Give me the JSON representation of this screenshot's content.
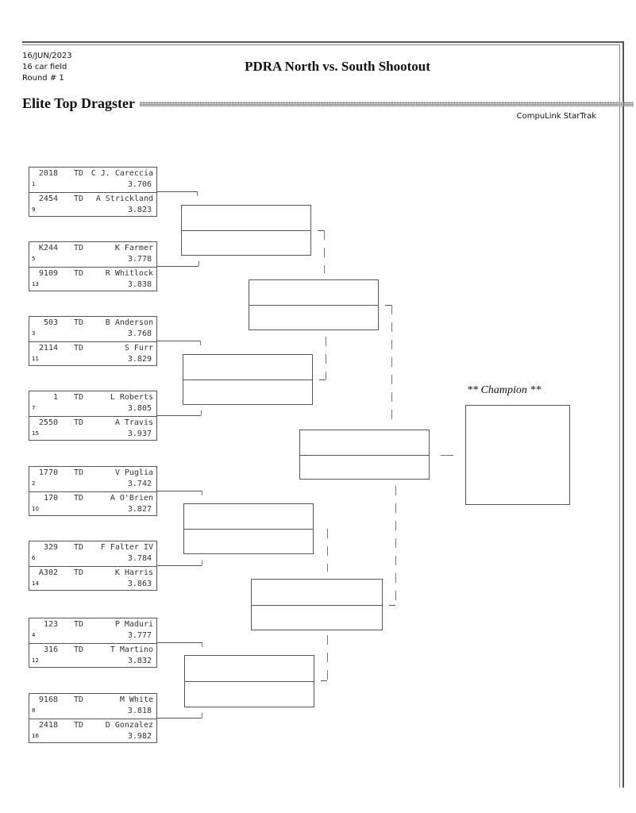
{
  "header": {
    "date": "16/JUN/2023",
    "field": "16 car field",
    "round": "Round # 1",
    "title": "PDRA North vs. South Shootout",
    "class_name": "Elite Top Dragster",
    "software": "CompuLink StarTrak"
  },
  "pairs": [
    {
      "top": {
        "num": "2018",
        "cls": "TD",
        "name": "C J. Careccia",
        "seed": "1",
        "et": "3.706"
      },
      "bottom": {
        "num": "2454",
        "cls": "TD",
        "name": "A Strickland",
        "seed": "9",
        "et": "3.823"
      }
    },
    {
      "top": {
        "num": "K244",
        "cls": "TD",
        "name": "K Farmer",
        "seed": "5",
        "et": "3.778"
      },
      "bottom": {
        "num": "9109",
        "cls": "TD",
        "name": "R Whitlock",
        "seed": "13",
        "et": "3.838"
      }
    },
    {
      "top": {
        "num": "503",
        "cls": "TD",
        "name": "B Anderson",
        "seed": "3",
        "et": "3.768"
      },
      "bottom": {
        "num": "2114",
        "cls": "TD",
        "name": "S Furr",
        "seed": "11",
        "et": "3.829"
      }
    },
    {
      "top": {
        "num": "1",
        "cls": "TD",
        "name": "L Roberts",
        "seed": "7",
        "et": "3.805"
      },
      "bottom": {
        "num": "2550",
        "cls": "TD",
        "name": "A Travis",
        "seed": "15",
        "et": "3.937"
      }
    },
    {
      "top": {
        "num": "1770",
        "cls": "TD",
        "name": "V Puglia",
        "seed": "2",
        "et": "3.742"
      },
      "bottom": {
        "num": "170",
        "cls": "TD",
        "name": "A O'Brien",
        "seed": "10",
        "et": "3.827"
      }
    },
    {
      "top": {
        "num": "329",
        "cls": "TD",
        "name": "F Falter IV",
        "seed": "6",
        "et": "3.784"
      },
      "bottom": {
        "num": "A302",
        "cls": "TD",
        "name": "K Harris",
        "seed": "14",
        "et": "3.863"
      }
    },
    {
      "top": {
        "num": "123",
        "cls": "TD",
        "name": "P Maduri",
        "seed": "4",
        "et": "3.777"
      },
      "bottom": {
        "num": "316",
        "cls": "TD",
        "name": "T Martino",
        "seed": "12",
        "et": "3.832"
      }
    },
    {
      "top": {
        "num": "9168",
        "cls": "TD",
        "name": "M White",
        "seed": "8",
        "et": "3.818"
      },
      "bottom": {
        "num": "2418",
        "cls": "TD",
        "name": "D Gonzalez",
        "seed": "16",
        "et": "3.982"
      }
    }
  ],
  "champion_label": "** Champion **"
}
